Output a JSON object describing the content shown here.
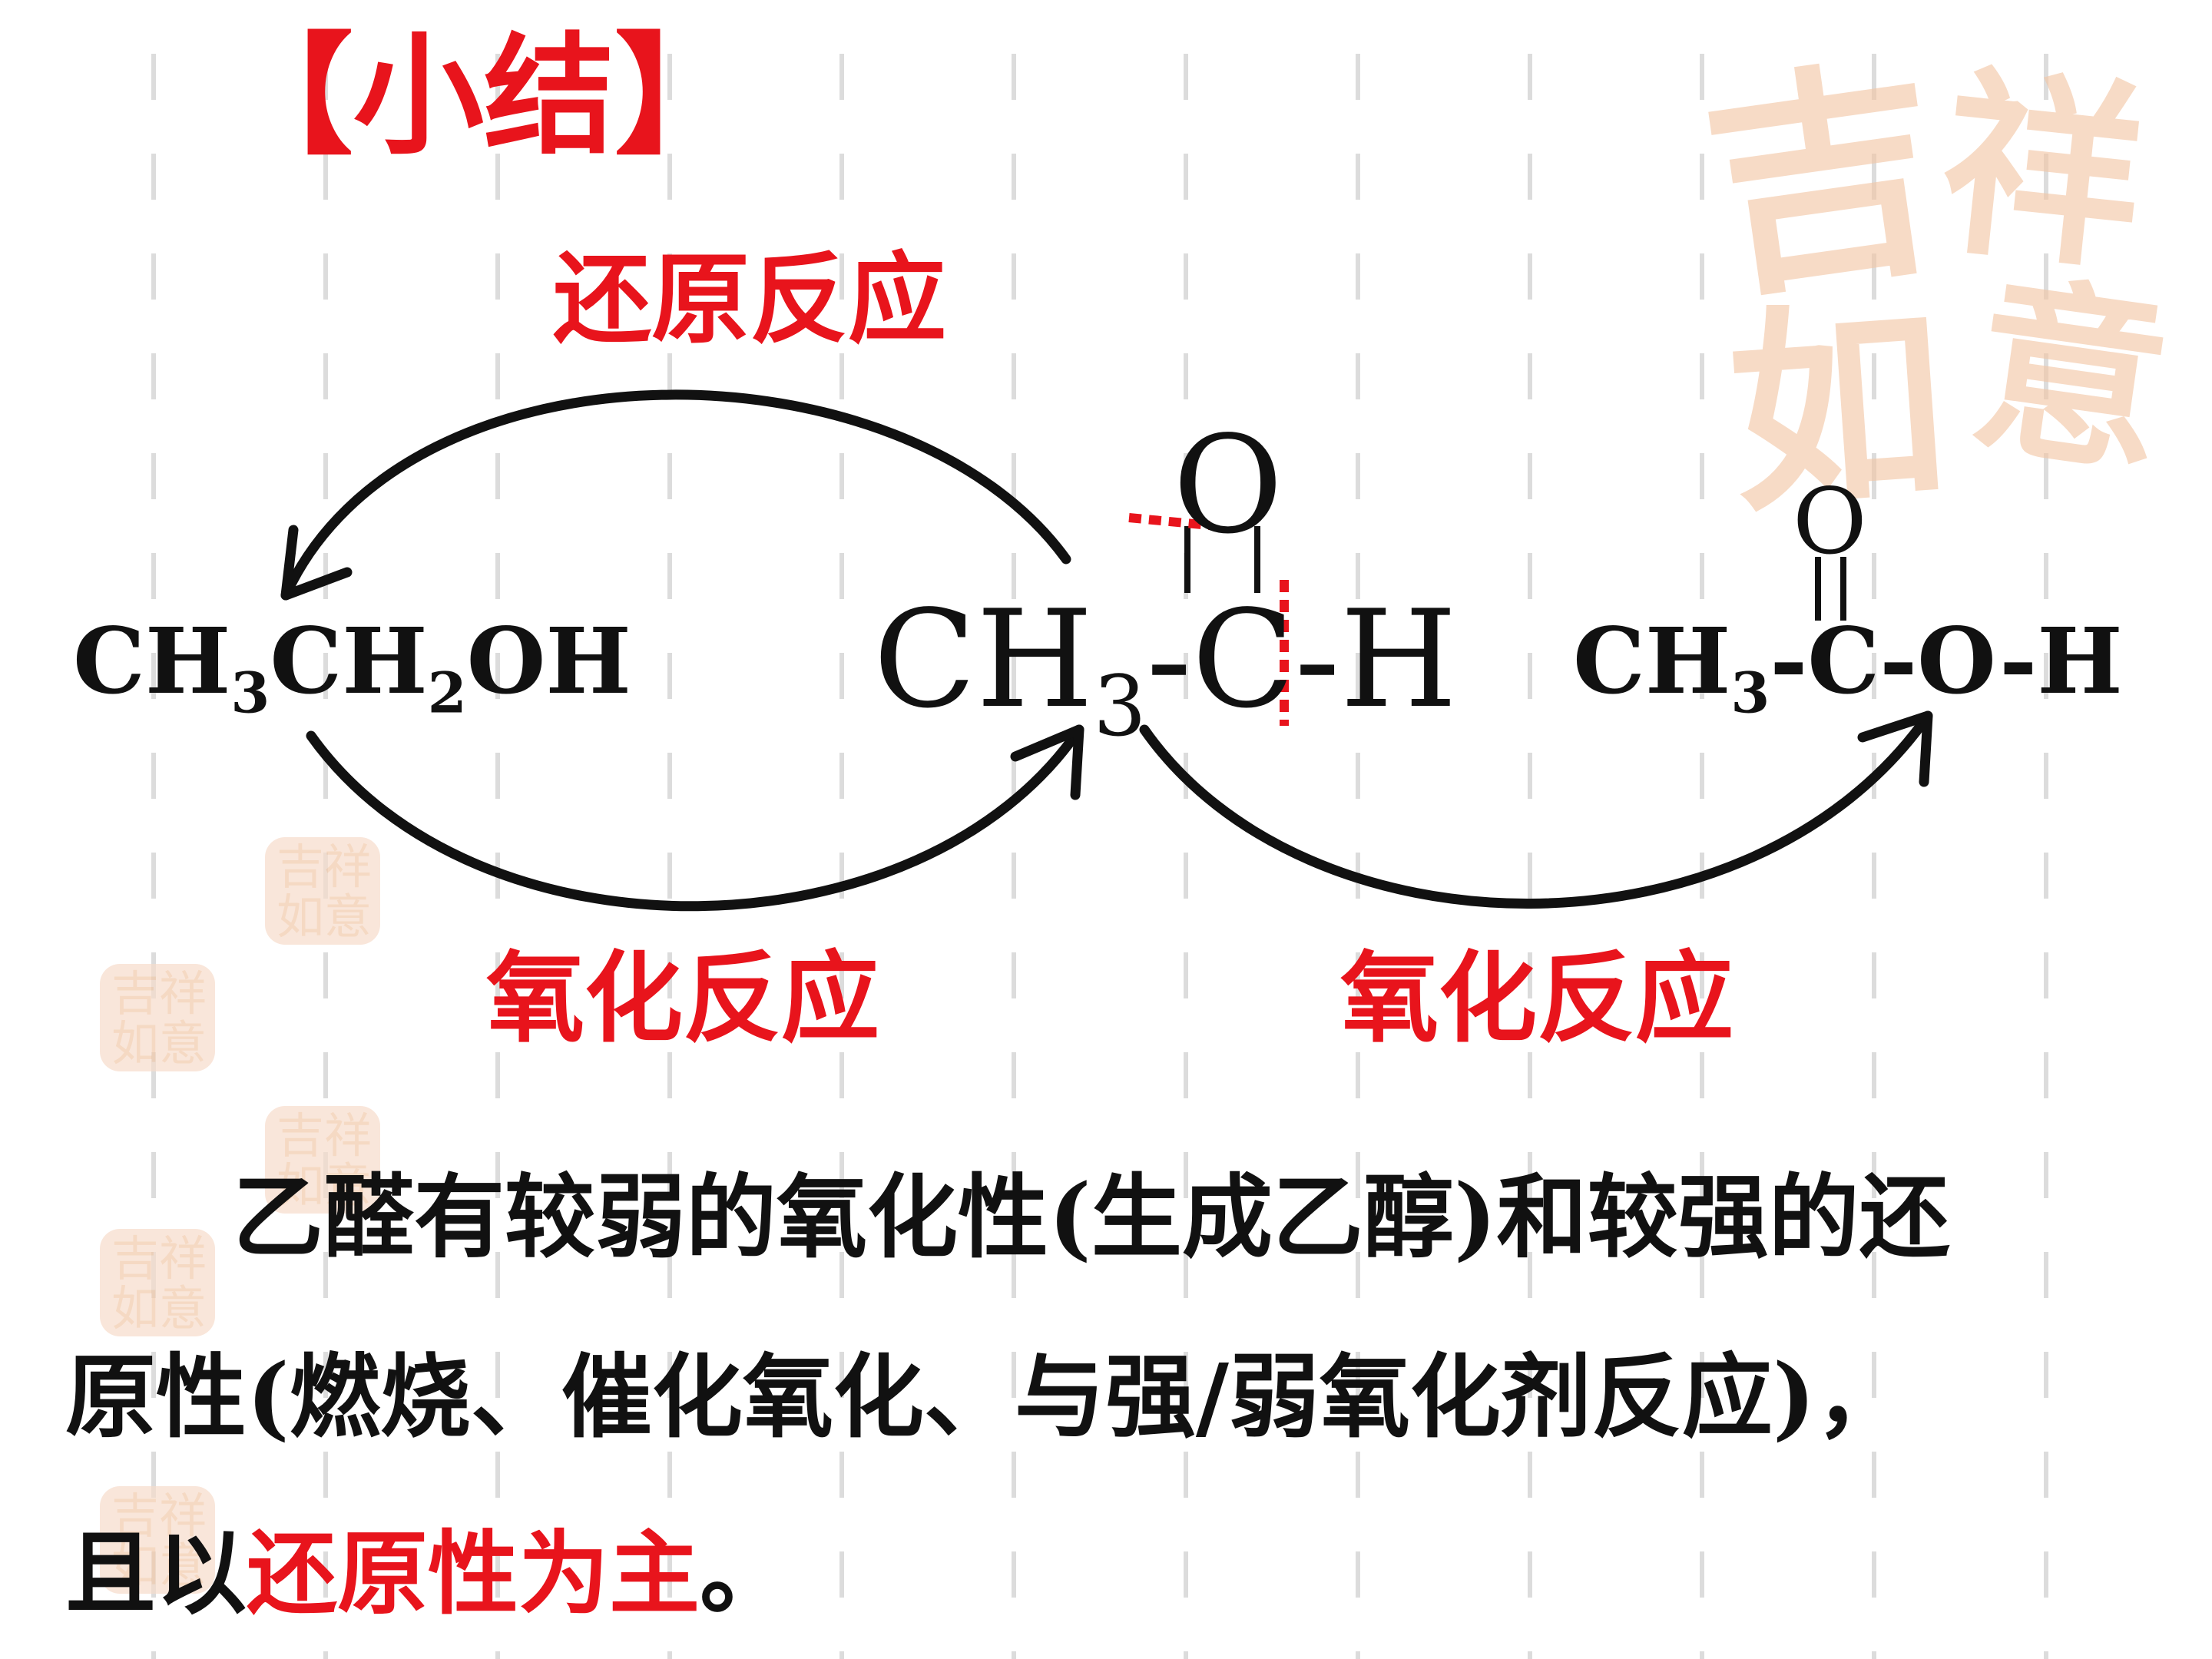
{
  "title": "【小结】",
  "labels": {
    "reduction": "还原反应",
    "oxidation_left": "氧化反应",
    "oxidation_right": "氧化反应"
  },
  "molecules": {
    "ethanol": {
      "p1": "CH",
      "s1": "3",
      "p2": "CH",
      "s2": "2",
      "p3": "OH"
    },
    "acetaldehyde": {
      "p1": "CH",
      "s1": "3",
      "p2": "-C-H",
      "o": "O"
    },
    "acetic_acid": {
      "p1": "CH",
      "s1": "3",
      "p2": "-C-O-H",
      "o": "O"
    }
  },
  "summary": {
    "line1": "乙醛有较弱的氧化性(生成乙醇)和较强的还",
    "line2": "原性(燃烧、催化氧化、与强/弱氧化剂反应)，",
    "line3_before": "且以",
    "line3_highlight": "还原性为主",
    "line3_after": "。"
  },
  "watermark": {
    "seal_text": "吉祥如意"
  },
  "colors": {
    "accent_red": "#e8141c",
    "text": "#111111",
    "grid_dash": "#dcdcdc",
    "seal": "#f2c7a6"
  }
}
